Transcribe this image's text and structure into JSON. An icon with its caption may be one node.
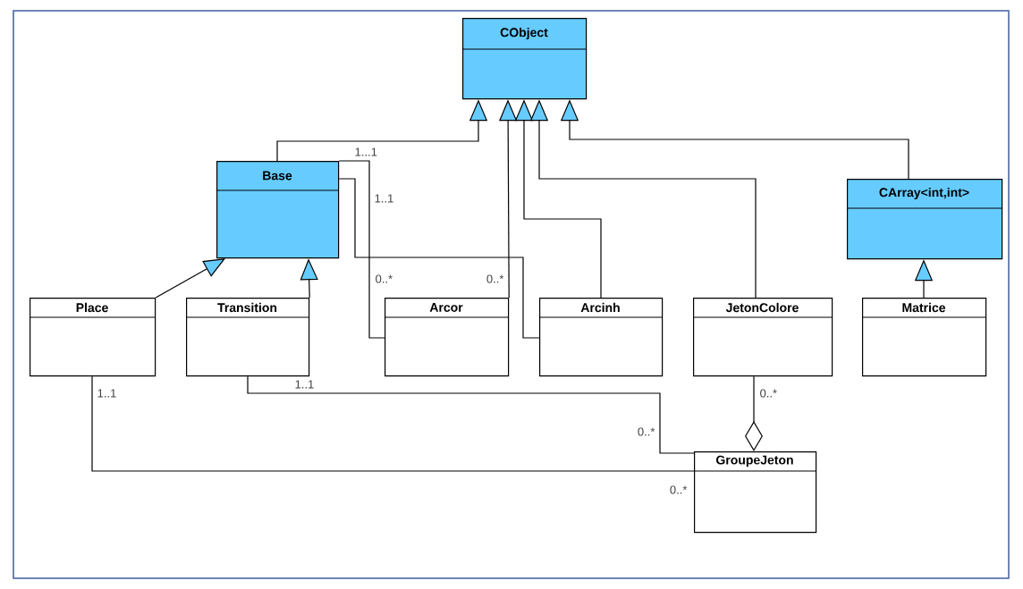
{
  "diagram": {
    "nodes": [
      {
        "text": [
          "CObject"
        ]
      },
      {
        "text": [
          "Base"
        ]
      },
      {
        "text": [
          "CArray<int,int>"
        ]
      },
      {
        "text": [
          "Place"
        ]
      },
      {
        "text": [
          "Transition"
        ]
      },
      {
        "text": [
          "Arcor"
        ]
      },
      {
        "text": [
          "Arcinh"
        ]
      },
      {
        "text": [
          "JetonColore"
        ]
      },
      {
        "text": [
          "Matrice"
        ]
      },
      {
        "text": [
          "GroupeJeton"
        ]
      }
    ],
    "edges": [
      {
        "from": 1,
        "to": 0,
        "arrow": "to"
      },
      {
        "from": 1,
        "to": 5,
        "arrow": "none"
      },
      {
        "from": 1,
        "to": 6,
        "arrow": "none"
      },
      {
        "from": 5,
        "to": 0,
        "arrow": "to"
      },
      {
        "from": 6,
        "to": 0,
        "arrow": "to"
      },
      {
        "from": 7,
        "to": 0,
        "arrow": "to"
      },
      {
        "from": 2,
        "to": 0,
        "arrow": "to"
      },
      {
        "from": 3,
        "to": 1,
        "arrow": "to"
      },
      {
        "from": 4,
        "to": 1,
        "arrow": "to"
      },
      {
        "from": 8,
        "to": 2,
        "arrow": "to"
      },
      {
        "from": 4,
        "to": 9,
        "arrow": "none"
      },
      {
        "from": 3,
        "to": 9,
        "arrow": "none"
      },
      {
        "from": 7,
        "to": 9,
        "arrow": "other"
      }
    ],
    "labels": [
      "1...1",
      "1..1",
      "0..*",
      "0..*",
      "1..1",
      "1..1",
      "0..*",
      "0..*",
      "0..*"
    ]
  }
}
